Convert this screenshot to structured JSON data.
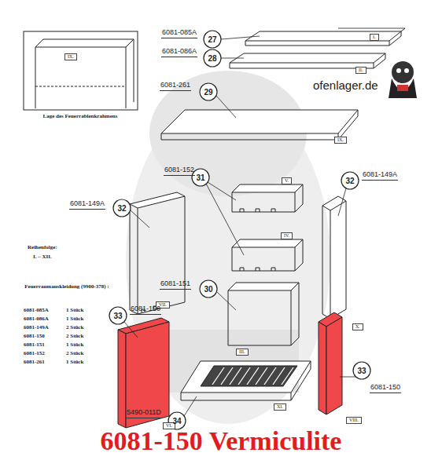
{
  "diagram": {
    "caption": "6081-150 Vermiculite",
    "labels": [
      "IX.",
      "Lage des Feuerrablenkrahmens",
      "6081-085A",
      "27",
      "I.",
      "6081-086A",
      "28",
      "II.",
      "ofenlager.de",
      "6081-261",
      "29",
      "IX.",
      "6081-152",
      "31",
      "V.",
      "IV.",
      "6081-149A",
      "32",
      "VII.",
      "6081-149A",
      "32",
      "X.",
      "Reihenfolge:",
      "I. – XII.",
      "Feuerraumauskleidung (9900-378) :",
      "6081-085A",
      "1 Stück",
      "6081-086A",
      "1 Stück",
      "6081-149A",
      "2 Stück",
      "6081-150",
      "2 Stück",
      "6081-151",
      "1 Stück",
      "6081-152",
      "2 Stück",
      "6081-261",
      "1 Stück",
      "6081-151",
      "30",
      "III.",
      "33",
      "6081-150",
      "VI.",
      "6081-150",
      "33",
      "VIII.",
      "5490-011D",
      "34",
      "XI."
    ]
  }
}
